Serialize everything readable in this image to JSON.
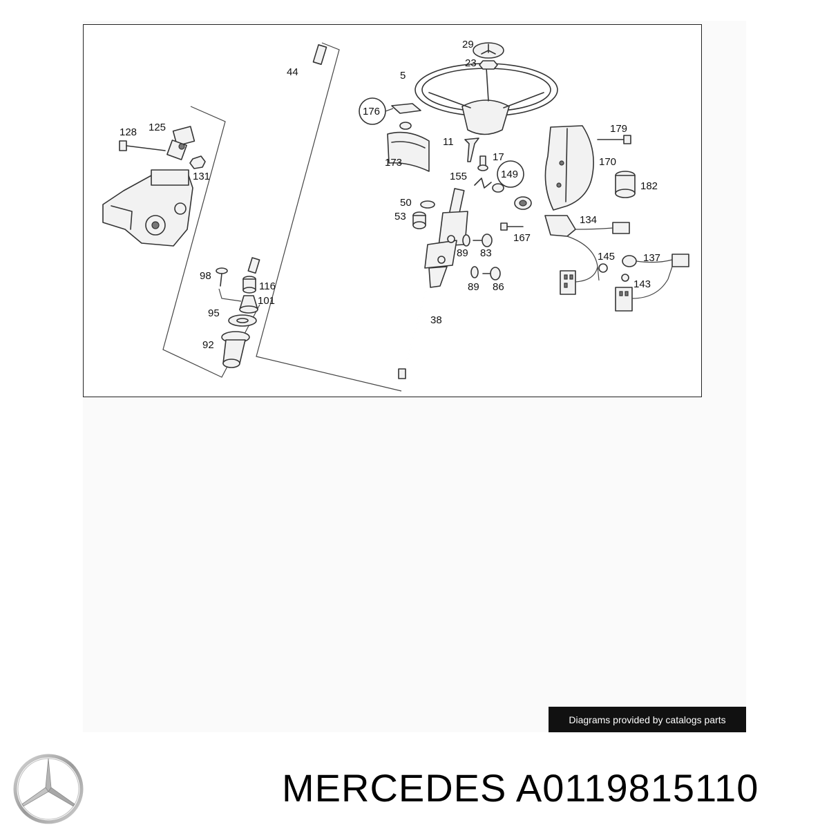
{
  "diagram": {
    "callouts": {
      "c29": "29",
      "c23": "23",
      "c5": "5",
      "c44": "44",
      "c176": "176",
      "c125": "125",
      "c128": "128",
      "c131": "131",
      "c11": "11",
      "c17": "17",
      "c173": "173",
      "c179": "179",
      "c170": "170",
      "c155": "155",
      "c149": "149",
      "c182": "182",
      "c50": "50",
      "c53": "53",
      "c134": "134",
      "c167": "167",
      "c89a": "89",
      "c83": "83",
      "c98": "98",
      "c116": "116",
      "c101": "101",
      "c145": "145",
      "c137": "137",
      "c89b": "89",
      "c86": "86",
      "c143": "143",
      "c95": "95",
      "c38": "38",
      "c92": "92"
    }
  },
  "credit": "Diagrams provided by catalogs parts",
  "title": "MERCEDES A0119815110",
  "logo_icon": "mercedes-star-icon"
}
